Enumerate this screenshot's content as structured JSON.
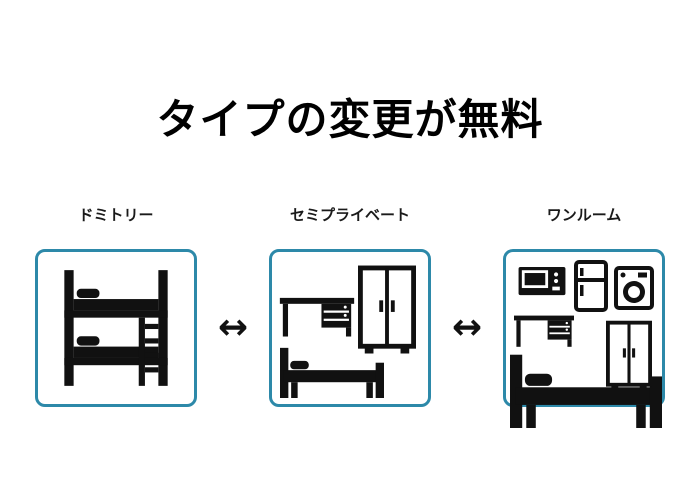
{
  "title": "タイプの変更が無料",
  "arrow": "↔",
  "options": [
    {
      "label": "ドミトリー",
      "icons": [
        "bunk-bed"
      ]
    },
    {
      "label": "セミプライベート",
      "icons": [
        "desk",
        "wardrobe",
        "single-bed"
      ]
    },
    {
      "label": "ワンルーム",
      "icons": [
        "microwave",
        "refrigerator",
        "washing-machine",
        "desk",
        "single-bed",
        "wardrobe"
      ]
    }
  ],
  "colors": {
    "background": "#ffffff",
    "title_text": "#000000",
    "box_border": "#2d89a9",
    "icon_fill": "#111111"
  }
}
